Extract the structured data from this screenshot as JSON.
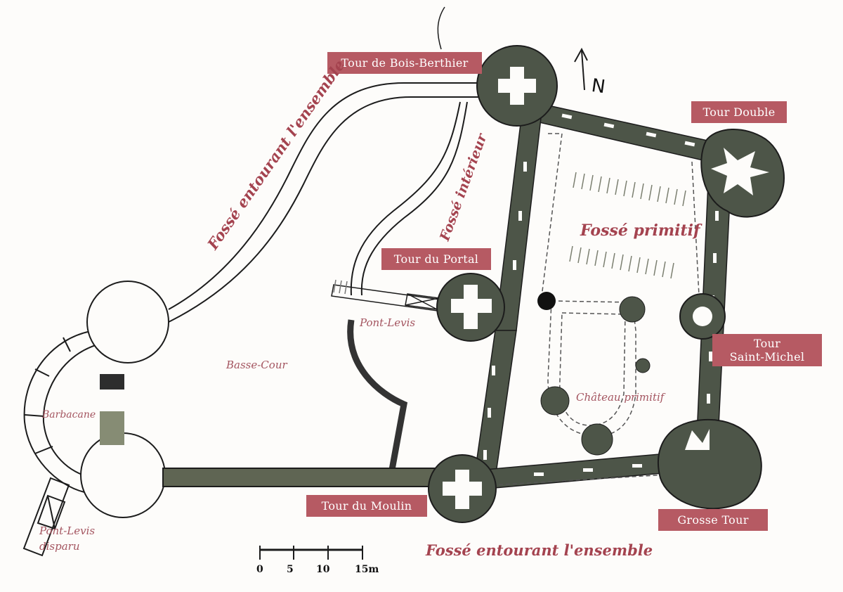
{
  "towers": {
    "bois_berthier": "Tour de Bois-Berthier",
    "double": "Tour Double",
    "portal": "Tour du Portal",
    "saint_michel_line1": "Tour",
    "saint_michel_line2": "Saint-Michel",
    "moulin": "Tour du Moulin",
    "grosse": "Grosse Tour"
  },
  "labels": {
    "fosse_ensemble_top": "Fossé entourant l'ensemble",
    "fosse_ensemble_bottom": "Fossé entourant l'ensemble",
    "fosse_interieur": "Fossé intérieur",
    "fosse_primitif": "Fossé primitif",
    "chateau_primitif": "Château primitif",
    "basse_cour": "Basse-Cour",
    "barbacane": "Barbacane",
    "pont_levis": "Pont-Levis",
    "pont_levis_disparu_line1": "Pont-Levis",
    "pont_levis_disparu_line2": "disparu"
  },
  "north": "N",
  "scale": {
    "ticks": [
      "0",
      "5",
      "10",
      "15m"
    ]
  },
  "colors": {
    "tower_fill": "#4d5548",
    "label_bg": "#b65a63",
    "label_text": "#a45560",
    "ink": "#1c1c1c"
  }
}
